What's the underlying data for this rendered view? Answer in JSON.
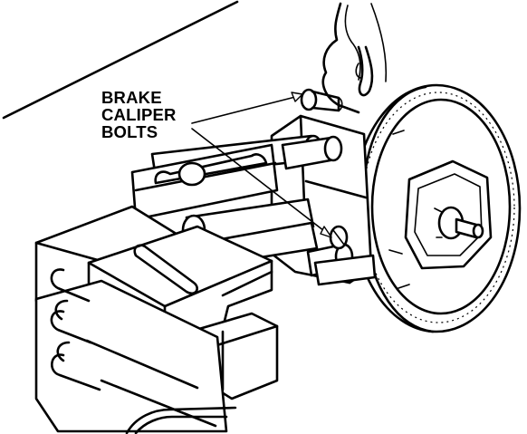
{
  "callout": {
    "lines": [
      "BRAKE",
      "CALIPER",
      "BOLTS"
    ]
  },
  "colors": {
    "ink": "#000000",
    "paper": "#ffffff"
  }
}
